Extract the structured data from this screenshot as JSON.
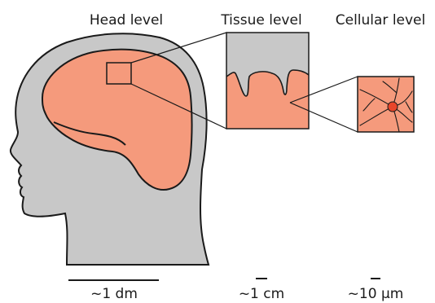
{
  "labels": {
    "head": "Head level",
    "tissue": "Tissue level",
    "cellular": "Cellular level"
  },
  "scales": {
    "head": "~1 dm",
    "tissue": "~1 cm",
    "cellular": "~10 μm"
  },
  "colors": {
    "brain": "#f59a7c",
    "head": "#c8c8c8",
    "outline": "#1a1a1a",
    "neuron": "#e8462a"
  }
}
